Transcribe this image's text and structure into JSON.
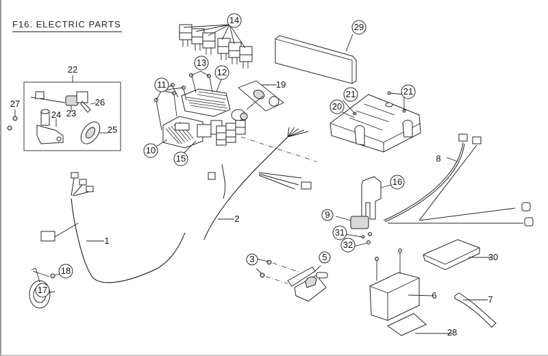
{
  "title": "F16. ELECTRIC PARTS",
  "callouts": [
    {
      "number": "1",
      "part": "main-wiring-harness",
      "circled": false
    },
    {
      "number": "2",
      "part": "sub-wiring-harness",
      "circled": false
    },
    {
      "number": "3",
      "part": "bolt",
      "circled": true
    },
    {
      "number": "5",
      "part": "ignition-coil",
      "circled": true
    },
    {
      "number": "6",
      "part": "battery",
      "circled": false
    },
    {
      "number": "7",
      "part": "battery-strap",
      "circled": false
    },
    {
      "number": "8",
      "part": "battery-cable",
      "circled": false
    },
    {
      "number": "9",
      "part": "starter-relay",
      "circled": true
    },
    {
      "number": "10",
      "part": "cdi-unit",
      "circled": true
    },
    {
      "number": "11",
      "part": "screw",
      "circled": true
    },
    {
      "number": "12",
      "part": "regulator-rectifier",
      "circled": true
    },
    {
      "number": "13",
      "part": "screw",
      "circled": true
    },
    {
      "number": "14",
      "part": "relay",
      "circled": true
    },
    {
      "number": "15",
      "part": "fuse-box",
      "circled": true
    },
    {
      "number": "16",
      "part": "relay-cover",
      "circled": true
    },
    {
      "number": "17",
      "part": "horn",
      "circled": true
    },
    {
      "number": "18",
      "part": "bolt",
      "circled": true
    },
    {
      "number": "19",
      "part": "flasher-relay",
      "circled": false
    },
    {
      "number": "20",
      "part": "battery-cover",
      "circled": true
    },
    {
      "number": "21",
      "part": "screw",
      "circled": true
    },
    {
      "number": "22",
      "part": "lock-set",
      "circled": false
    },
    {
      "number": "23",
      "part": "ignition-switch",
      "circled": false
    },
    {
      "number": "24",
      "part": "seat-lock",
      "circled": false
    },
    {
      "number": "25",
      "part": "fuel-cap-lock",
      "circled": false
    },
    {
      "number": "26",
      "part": "key",
      "circled": false
    },
    {
      "number": "27",
      "part": "bolt",
      "circled": false
    },
    {
      "number": "28",
      "part": "battery-pad",
      "circled": false
    },
    {
      "number": "29",
      "part": "fuse-cover",
      "circled": true
    },
    {
      "number": "30",
      "part": "battery-tray",
      "circled": false
    },
    {
      "number": "31",
      "part": "washer",
      "circled": true
    },
    {
      "number": "32",
      "part": "screw",
      "circled": true
    }
  ]
}
